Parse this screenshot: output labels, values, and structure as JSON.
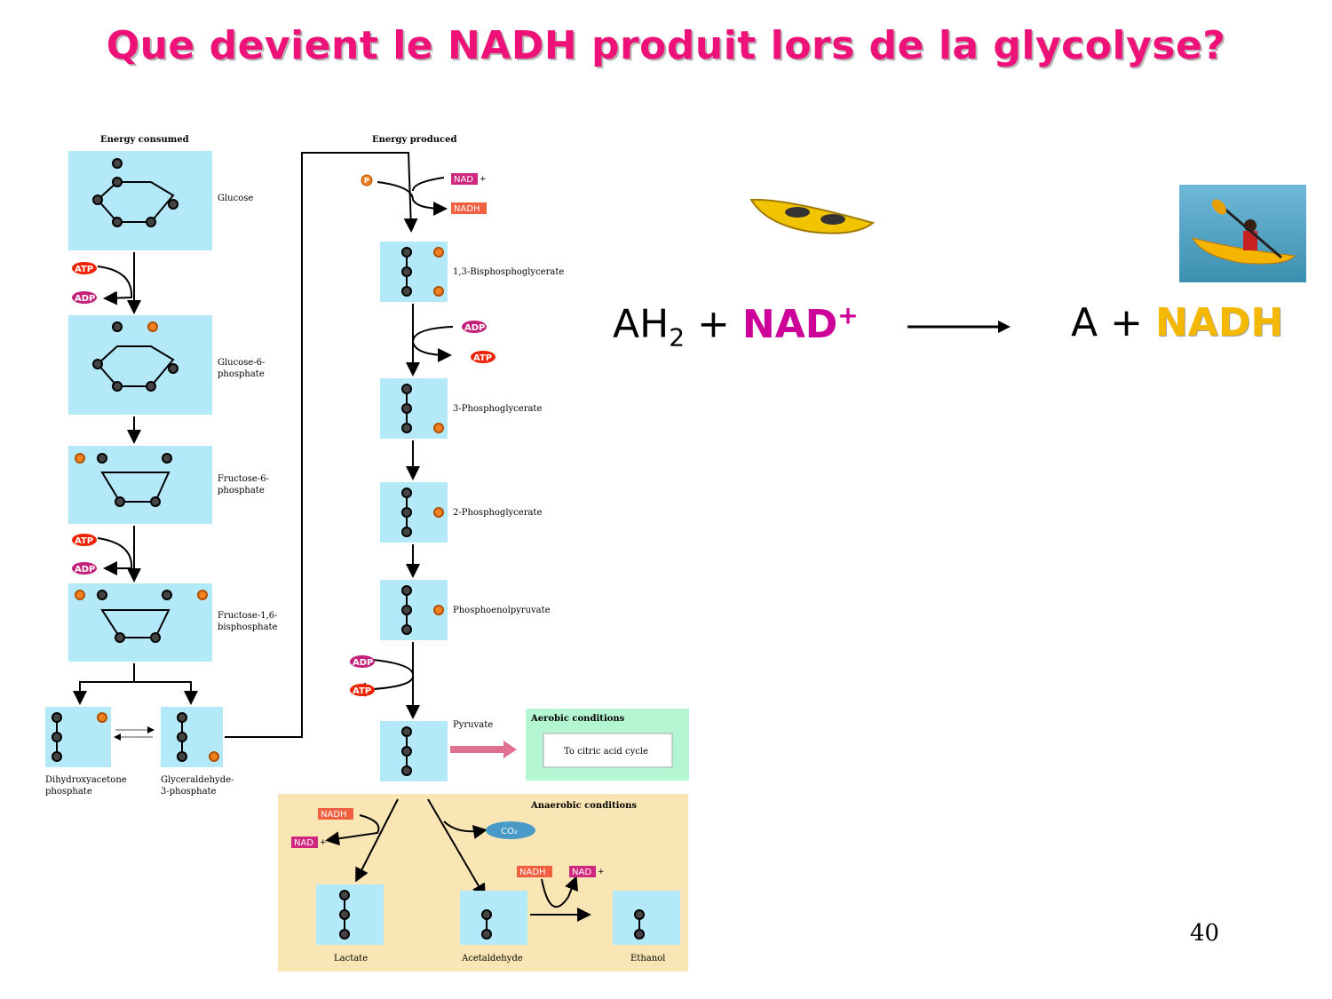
{
  "slide": {
    "title": "Que devient le NADH produit lors de la glycolyse?",
    "page_number": "40"
  },
  "diagram": {
    "header_left": "Energy consumed",
    "header_right": "Energy produced",
    "labels": {
      "glucose": "Glucose",
      "g6p_1": "Glucose-6-",
      "g6p_2": "phosphate",
      "f6p_1": "Fructose-6-",
      "f6p_2": "phosphate",
      "fbp_1": "Fructose-1,6-",
      "fbp_2": "bisphosphate",
      "dhap_1": "Dihydroxyacetone",
      "dhap_2": "phosphate",
      "gap_1": "Glyceraldehyde-",
      "gap_2": "3-phosphate",
      "bpg": "1,3-Bisphosphoglycerate",
      "pg3": "3-Phosphoglycerate",
      "pg2": "2-Phosphoglycerate",
      "pep": "Phosphoenolpyruvate",
      "pyruvate": "Pyruvate",
      "lactate": "Lactate",
      "acetaldehyde": "Acetaldehyde",
      "ethanol": "Ethanol"
    },
    "aerobic": {
      "title": "Aerobic conditions",
      "text": "To citric acid cycle"
    },
    "anaerobic": {
      "title": "Anaerobic conditions"
    },
    "cofactors": {
      "atp": "ATP",
      "adp": "ADP",
      "nad": "NAD",
      "nadh": "NADH",
      "pi": "P",
      "co2": "CO₂"
    }
  },
  "equation": {
    "lhs_a": "AH",
    "lhs_sub": "2",
    "plus1": "+",
    "nad": "NAD",
    "nad_sup": "+",
    "rhs_a": "A",
    "plus2": "+",
    "nadh": "NADH"
  },
  "colors": {
    "title": "#ee1177",
    "nad_plus": "#cc0099",
    "nadh": "#f5b800",
    "molecule_box": "#b3e9f9",
    "aerobic_box": "#b4f5d2",
    "anaerobic_box": "#fae6b4",
    "atp": "#ee2200",
    "adp": "#c4227a",
    "nadh_box": "#f06040",
    "nad_box": "#d0287e"
  }
}
